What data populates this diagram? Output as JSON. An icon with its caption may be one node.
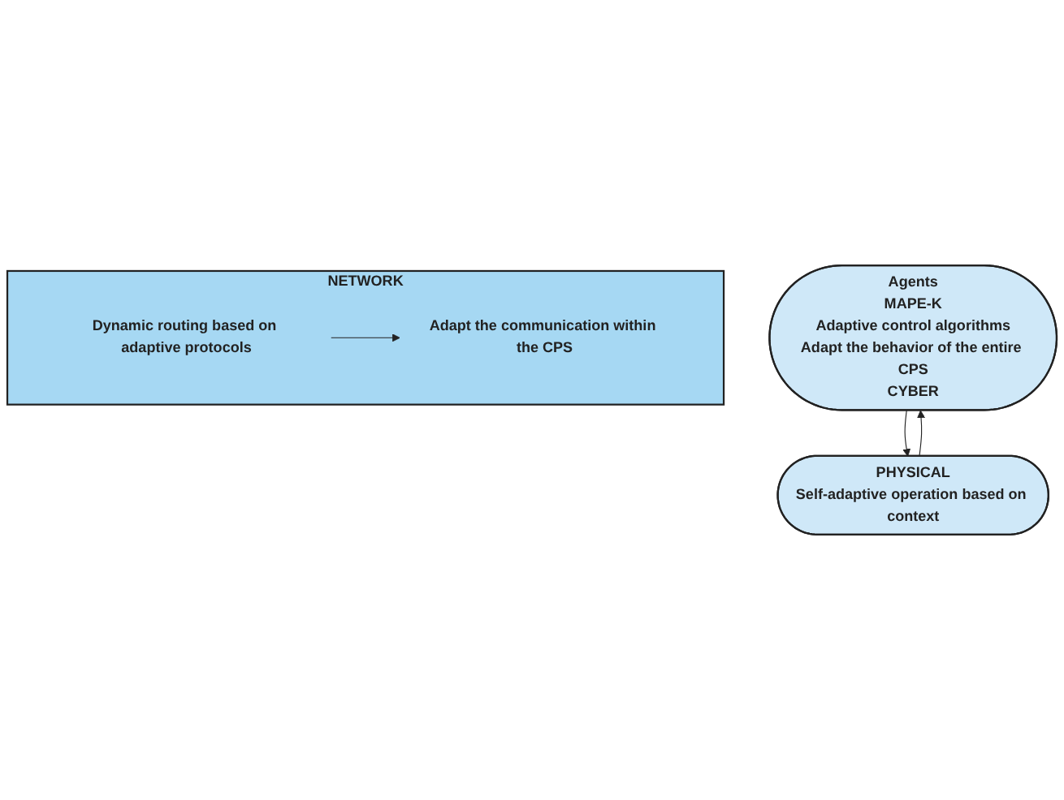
{
  "diagram": {
    "nodes": [
      {
        "text": [
          "Agents",
          "MAPE-K",
          "Adaptive control algorithms",
          "Adapt the behavior of the entire CPS",
          "CYBER"
        ]
      },
      {
        "text": [
          "NETWORK"
        ]
      },
      {
        "text": [
          "Dynamic routing based on adaptive protocols"
        ],
        "in": 1
      },
      {
        "text": [
          "Adapt the communication within the CPS"
        ],
        "in": 1
      },
      {
        "text": [
          "PHYSICAL",
          "Self-adaptive operation based on context"
        ]
      }
    ],
    "edges": [
      {
        "from": 2,
        "to": 3,
        "arrow": "to"
      },
      {
        "from": 0,
        "to": 4,
        "arrow": "to"
      },
      {
        "from": 4,
        "to": 0,
        "arrow": "to"
      }
    ]
  }
}
